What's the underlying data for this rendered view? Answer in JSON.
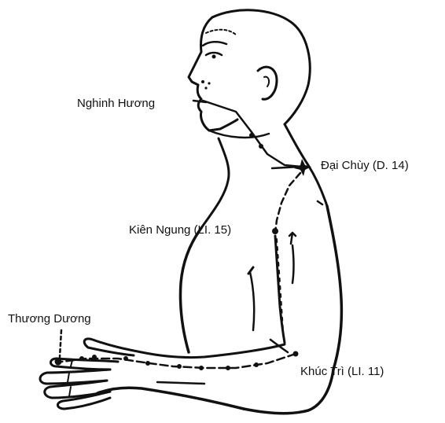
{
  "labels": {
    "nghinh_huong": "Nghinh Hương",
    "dai_chuy": "Đại Chùy (D. 14)",
    "kien_ngung": "Kiên Ngung (LI. 15)",
    "thuong_duong": "Thương Dương",
    "khuc_tri": "Khúc Trì (LI. 11)"
  },
  "colors": {
    "ink": "#111111",
    "background": "#ffffff"
  }
}
